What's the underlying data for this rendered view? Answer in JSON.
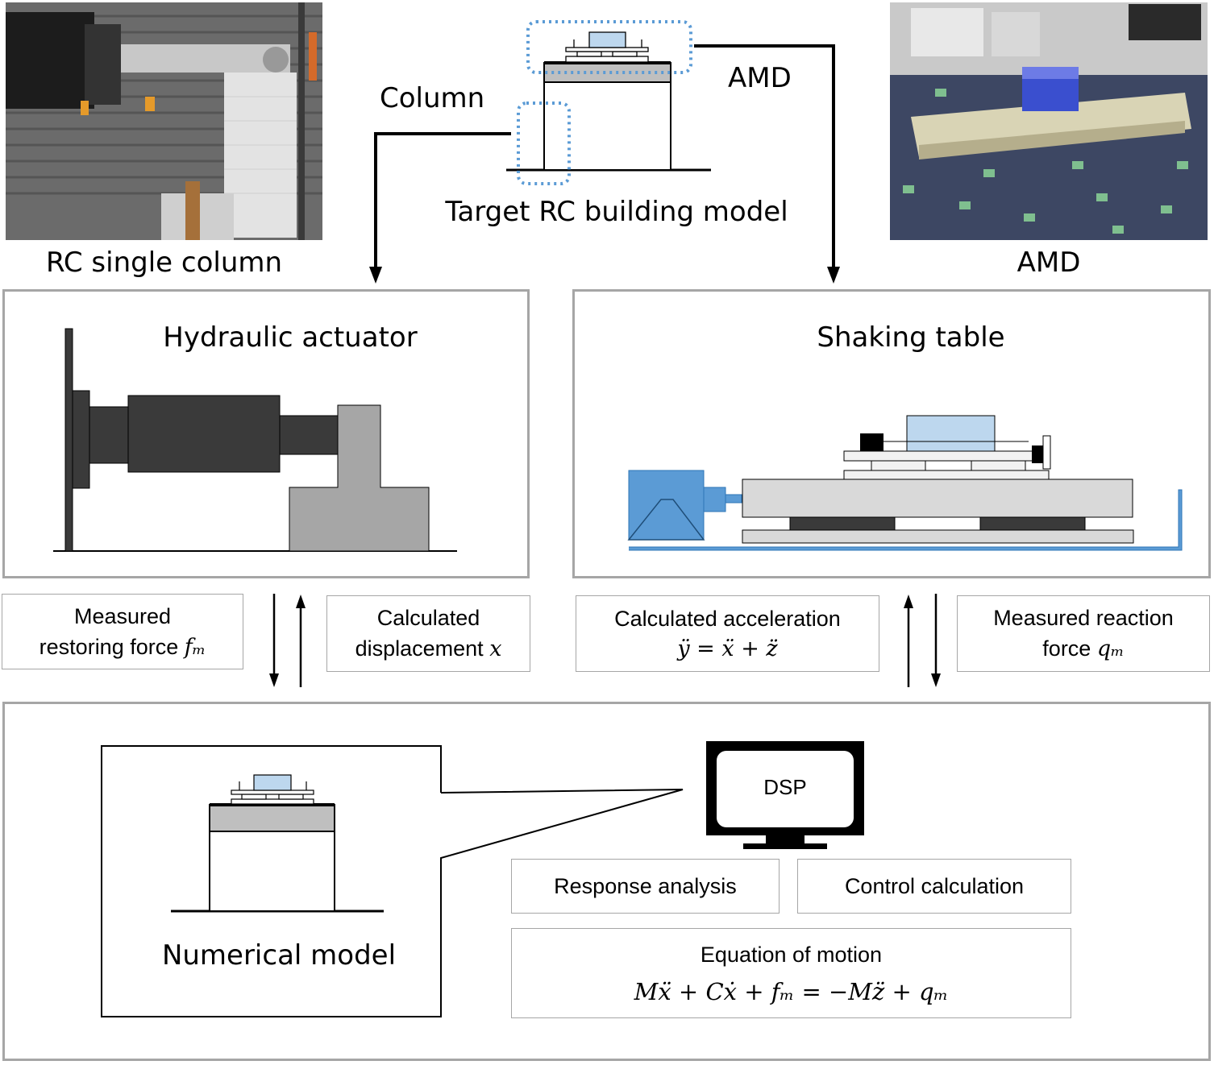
{
  "photos": {
    "left_caption": "RC single column",
    "right_caption": "AMD"
  },
  "target": {
    "title": "Target RC building model",
    "column_label": "Column",
    "amd_label": "AMD"
  },
  "actuator_panel": {
    "title": "Hydraulic actuator"
  },
  "shaking_panel": {
    "title": "Shaking table"
  },
  "signals": {
    "measured_force_line1": "Measured",
    "measured_force_line2": "restoring force",
    "measured_force_symbol": "fₘ",
    "calc_disp_line1": "Calculated",
    "calc_disp_line2": "displacement",
    "calc_disp_symbol": "x",
    "calc_acc_line1": "Calculated acceleration",
    "calc_acc_equation": "ÿ = ẍ + z̈",
    "measured_reaction_line1": "Measured reaction",
    "measured_reaction_line2": "force",
    "measured_reaction_symbol": "qₘ"
  },
  "computer": {
    "numerical_model_label": "Numerical model",
    "dsp_label": "DSP",
    "response_analysis": "Response analysis",
    "control_calculation": "Control calculation",
    "eom_title": "Equation of motion",
    "eom_equation": "Mẍ + Cẋ + fₘ = −Mz̈ + qₘ"
  },
  "colors": {
    "panel_border": "#a6a6a6",
    "dotted_highlight": "#5b9bd5",
    "actuator_dark": "#3a3a3a",
    "reaction_block": "#a6a6a6",
    "amd_mass": "#bdd7ee",
    "table_blue": "#5b9bd5"
  }
}
